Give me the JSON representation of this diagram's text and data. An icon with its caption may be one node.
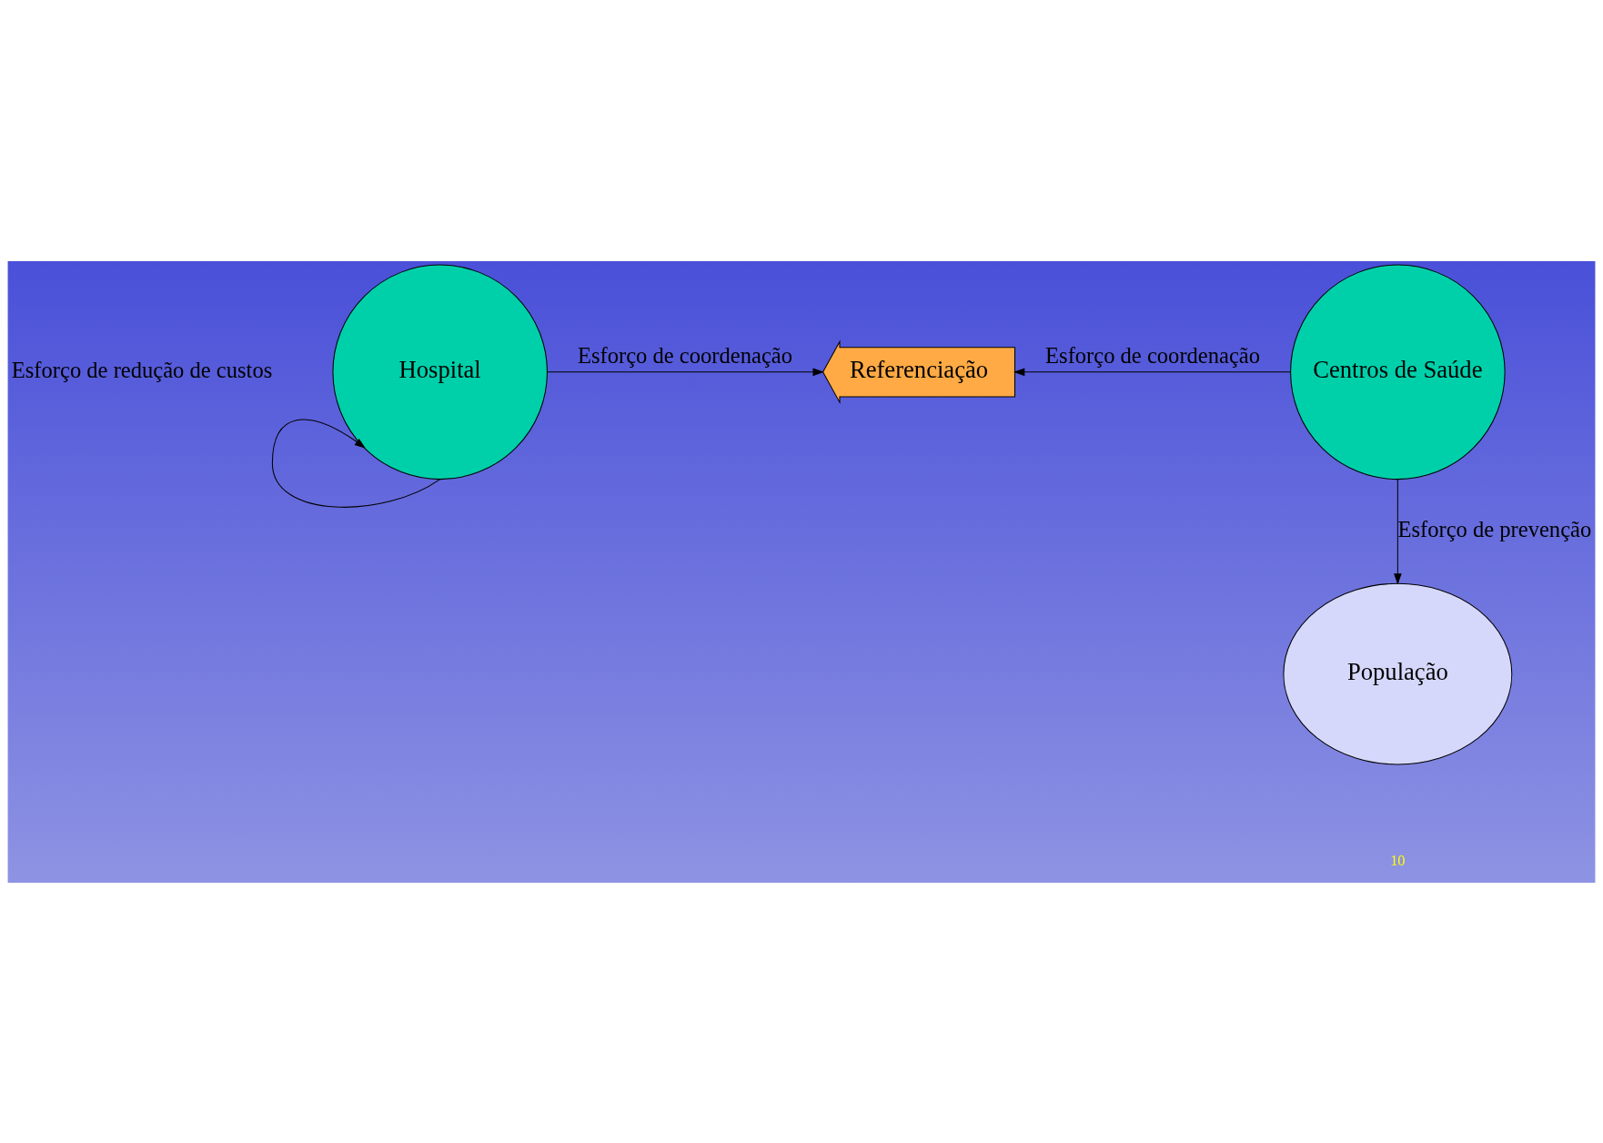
{
  "diagram": {
    "nodes": [
      {
        "text": [
          "Hospital"
        ]
      },
      {
        "text": [
          "Referenciação"
        ]
      },
      {
        "text": [
          "Centros de Saúde"
        ]
      },
      {
        "text": [
          "População"
        ]
      }
    ],
    "edges": [
      {
        "from": 0,
        "to": 1,
        "arrow": "to",
        "label": "Esforço de coordenação"
      },
      {
        "from": 2,
        "to": 1,
        "arrow": "to",
        "label": "Esforço de coordenação"
      },
      {
        "from": 0,
        "to": 0,
        "arrow": "to",
        "label": "Esforço de redução de custos"
      },
      {
        "from": 2,
        "to": 3,
        "arrow": "to",
        "label": "Esforço de prevenção"
      }
    ],
    "labels": [
      "10"
    ]
  }
}
